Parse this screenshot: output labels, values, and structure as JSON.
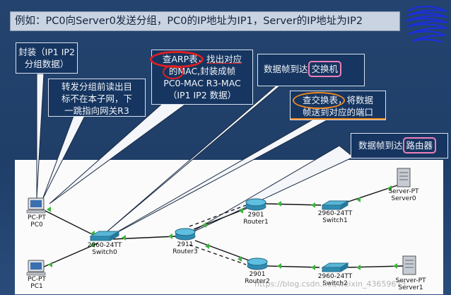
{
  "title": "例如：PC0向Server0发送分组，PC0的IP地址为IP1，Server的IP地址为IP2",
  "bubbles": {
    "encapsulate": [
      "封装（IP1 IP2",
      "分组数据）"
    ],
    "forward": [
      "转发分组前读出目",
      "标不在本子网，下",
      "一跳指向网关R3"
    ],
    "arp": {
      "l1a": "查ARP表，",
      "l1b": "找出对应",
      "l2": "的MAC,封装成帧",
      "l3": "PC0-MAC  R3-MAC",
      "l4": "（IP1  IP2 数据）"
    },
    "to_switch": {
      "pre": "数据帧到达",
      "hl": "交换机"
    },
    "switch_table": {
      "l1a": "查交换表，",
      "l1b": "将数据",
      "l2": "帧送到对应的端口"
    },
    "to_router": {
      "pre": "数据帧到达",
      "hl": "路由器"
    }
  },
  "devices": {
    "pc0": [
      "PC-PT",
      "PC0"
    ],
    "pc1": [
      "PC-PT",
      "PC1"
    ],
    "switch0": [
      "2960-24TT",
      "Switch0"
    ],
    "router3": [
      "2911",
      "Router3"
    ],
    "router1": [
      "2901",
      "Router1"
    ],
    "router2": [
      "2901",
      "Router2"
    ],
    "switch1": [
      "2960-24TT",
      "Switch1"
    ],
    "switch2": [
      "2960-24TT",
      "Switch2"
    ],
    "server0": [
      "Server-PT",
      "Server0"
    ],
    "server1": [
      "Server-PT",
      "Server1"
    ]
  },
  "watermark": "https://blog.csdn.net/weixin_43659673",
  "colors": {
    "bubble": "#163560",
    "link": "#111111",
    "port": "#3db33d",
    "pink": "#f07fb8",
    "orange": "#f08a1e",
    "red": "#e02020"
  }
}
